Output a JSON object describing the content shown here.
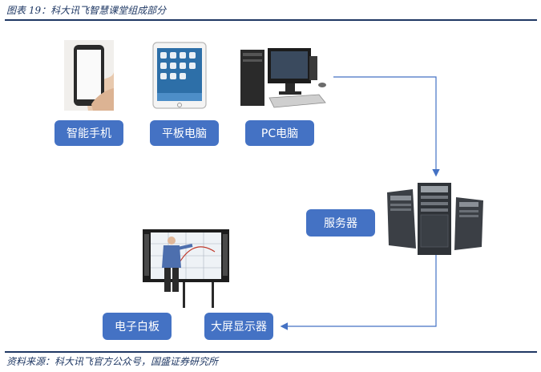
{
  "figure": {
    "title": "图表 19：科大讯飞智慧课堂组成部分",
    "source": "资料来源：科大讯飞官方公众号，国盛证券研究所"
  },
  "nodes": {
    "smartphone": "智能手机",
    "tablet": "平板电脑",
    "pc": "PC电脑",
    "server": "服务器",
    "whiteboard": "电子白板",
    "large_display": "大屏显示器"
  },
  "icons": [
    "smartphone-icon",
    "tablet-icon",
    "desktop-pc-icon",
    "server-tower-icon",
    "interactive-whiteboard-icon"
  ],
  "colors": {
    "label_bg": "#4472c4",
    "label_text": "#ffffff",
    "connector": "#4472c4",
    "rule": "#1f3864"
  }
}
